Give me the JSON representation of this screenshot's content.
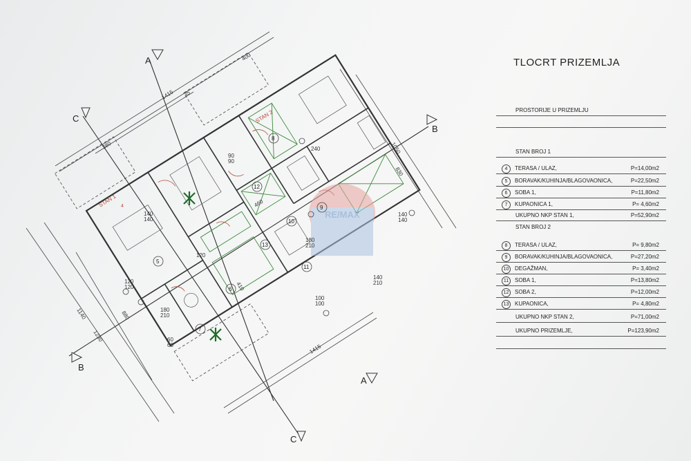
{
  "title": "TLOCRT PRIZEMLJA",
  "subtitle": "PROSTORIJE U PRIZEMLJU",
  "sections": [
    {
      "heading": "STAN BROJ 1",
      "rooms": [
        {
          "num": "4",
          "name": "TERASA / ULAZ,",
          "area": "P=14,00m2"
        },
        {
          "num": "5",
          "name": "BORAVAK/KUHINJA/BLAGOVAONICA,",
          "area": "P=22,50m2"
        },
        {
          "num": "6",
          "name": "SOBA 1,",
          "area": "P=11,80m2"
        },
        {
          "num": "7",
          "name": "KUPAONICA 1,",
          "area": "P= 4,60m2"
        }
      ],
      "total": {
        "name": "UKUPNO NKP STAN 1,",
        "area": "P=52,90m2"
      }
    },
    {
      "heading": "STAN BROJ 2",
      "rooms": [
        {
          "num": "8",
          "name": "TERASA / ULAZ,",
          "area": "P= 9,80m2"
        },
        {
          "num": "9",
          "name": "BORAVAK/KUHINJA/BLAGOVAONICA,",
          "area": "P=27,20m2"
        },
        {
          "num": "10",
          "name": "DEGAŽMAN,",
          "area": "P= 3,40m2"
        },
        {
          "num": "11",
          "name": "SOBA 1,",
          "area": "P=13,80m2"
        },
        {
          "num": "12",
          "name": "SOBA 2,",
          "area": "P=12,00m2"
        },
        {
          "num": "13",
          "name": "KUPAONICA,",
          "area": "P= 4,80m2"
        }
      ],
      "total": {
        "name": "UKUPNO NKP STAN 2,",
        "area": "P=71,00m2"
      }
    }
  ],
  "grand_total": {
    "name": "UKUPNO PRIZEMLJE,",
    "area": "P=123,90m2"
  },
  "plan": {
    "axis_labels": {
      "a_top": "A",
      "a_bottom": "A",
      "b_left": "B",
      "b_right": "B",
      "c_top": "C",
      "c_bottom": "C"
    },
    "apartment_labels": {
      "stan1": "STAN 1",
      "stan2": "STAN 2"
    },
    "stan1_ref": "4",
    "dimensions": {
      "top_total": "1415",
      "top_right": "400",
      "top_mid": "35",
      "top_left": "380",
      "bottom_total": "1415",
      "left_outer": "1230",
      "left_inner": "1140",
      "left_small": "880",
      "right_outer": "830",
      "right_top": "1050",
      "inner_410": "410",
      "inner_460": "460"
    },
    "small_dims": [
      "140",
      "140",
      "140",
      "140",
      "120",
      "120",
      "180",
      "210",
      "180",
      "210",
      "120",
      "60",
      "60",
      "90",
      "90",
      "100",
      "100",
      "140",
      "210",
      "240"
    ],
    "room_numbers": [
      "8",
      "9",
      "10",
      "11",
      "12",
      "13",
      "5",
      "6",
      "7"
    ],
    "watermark": "RE/MAX",
    "watermark_color": "#6a93c4",
    "red_color": "#b24a3a",
    "green_color": "#3c8a3c"
  }
}
